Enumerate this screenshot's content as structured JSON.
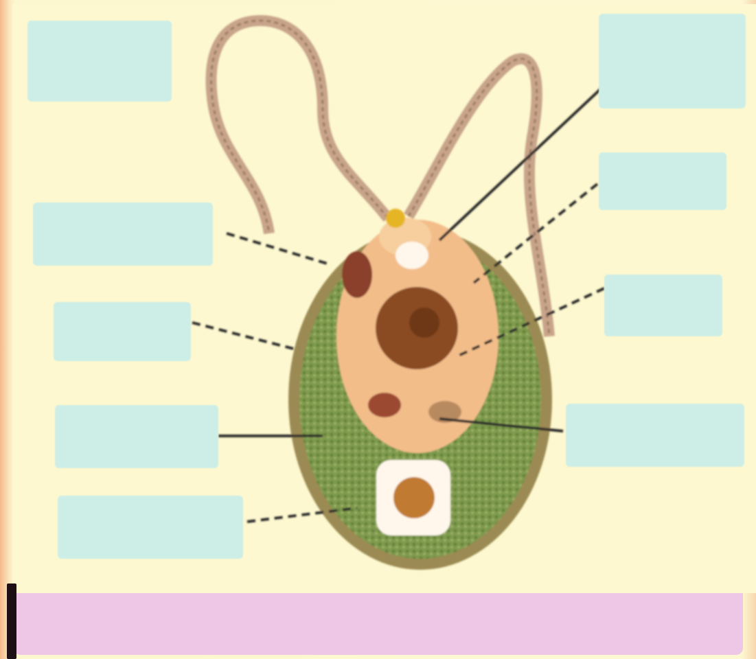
{
  "diagram": {
    "colors": {
      "background": "#fdf8d0",
      "label_box": "#cdeee6",
      "cytoplasm": "#f3bd8a",
      "chloroplast": "#7e9a4e",
      "nucleus": "#8a4b22",
      "cell_outline": "#9b8a52",
      "flagellum": "#c8a48a",
      "eyespot": "#e6b528",
      "footer": "#eec7e7"
    },
    "labels": [
      {
        "id": "top-left",
        "lines": [
          "",
          ""
        ]
      },
      {
        "id": "mid-left-1",
        "lines": [
          "",
          ""
        ]
      },
      {
        "id": "mid-left-2",
        "lines": [
          "",
          ""
        ]
      },
      {
        "id": "mid-left-3",
        "lines": [
          "",
          ""
        ]
      },
      {
        "id": "bottom-left",
        "lines": [
          "",
          ""
        ]
      },
      {
        "id": "top-right",
        "lines": [
          "",
          "",
          ""
        ]
      },
      {
        "id": "mid-right-1",
        "lines": [
          "",
          ""
        ]
      },
      {
        "id": "mid-right-2",
        "lines": [
          "",
          ""
        ]
      },
      {
        "id": "mid-right-3",
        "lines": [
          "",
          ""
        ]
      }
    ],
    "footer_text": ""
  }
}
